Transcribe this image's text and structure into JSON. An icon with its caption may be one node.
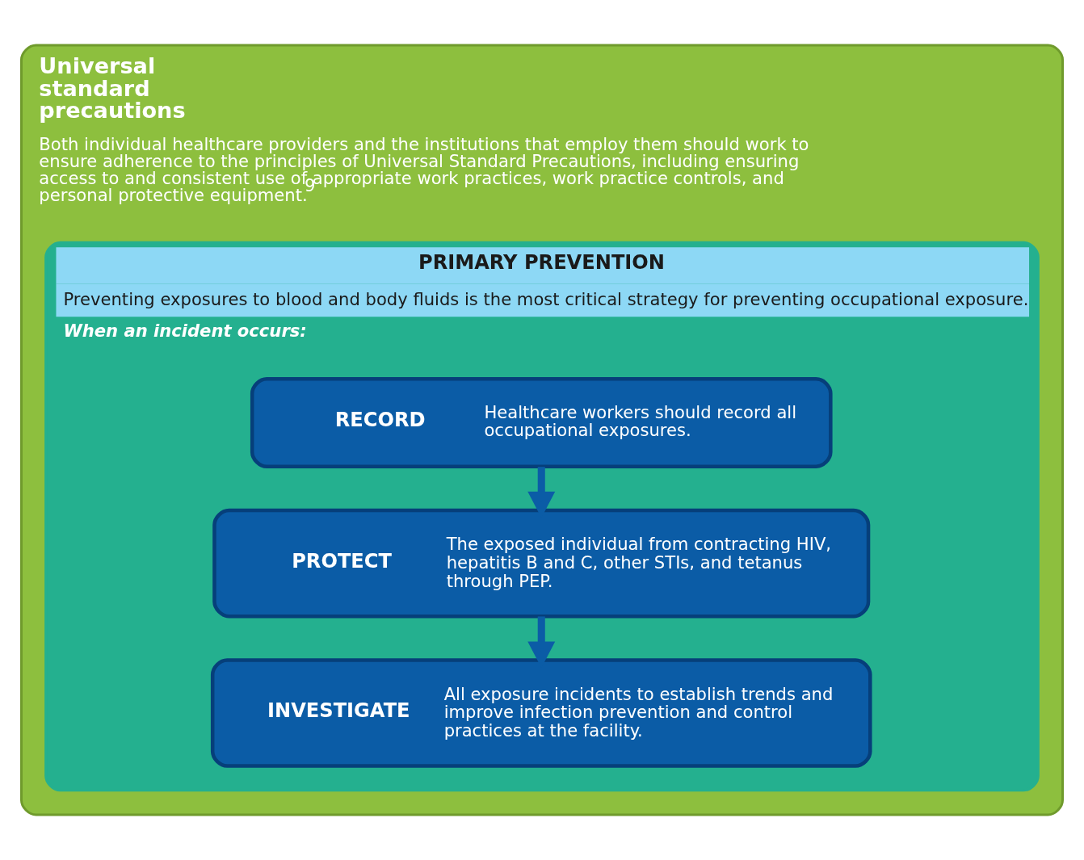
{
  "diagram": {
    "nodes": [
      {
        "text": [
          "Universal standard precautions",
          "Both individual healthcare providers and the institutions that employ them should work to ensure adherence to the principles of Universal Standard Precautions, including ensuring access to and consistent use of appropriate work practices, work practice controls, and personal protective equipment.$^{9}$"
        ]
      },
      {
        "text": [
          "PRIMARY PREVENTION",
          "Preventing exposures to blood and body fluids is the most critical strategy for preventing occupational exposure.",
          "When an incident occurs:"
        ],
        "in": 0
      },
      {
        "text": [
          "RECORD",
          "Healthcare workers should record all occupational exposures."
        ],
        "in": 1
      },
      {
        "text": [
          "PROTECT",
          "The exposed individual from contracting HIV, hepatitis B and C, other STIs, and tetanus through PEP."
        ],
        "in": 1
      },
      {
        "text": [
          "INVESTIGATE",
          "All exposure incidents to establish trends and improve infection prevention and control practices at the facility."
        ],
        "in": 1
      }
    ],
    "edges": [
      {
        "from": 2,
        "to": 3,
        "arrow": "to"
      },
      {
        "from": 3,
        "to": 4,
        "arrow": "to"
      }
    ]
  }
}
